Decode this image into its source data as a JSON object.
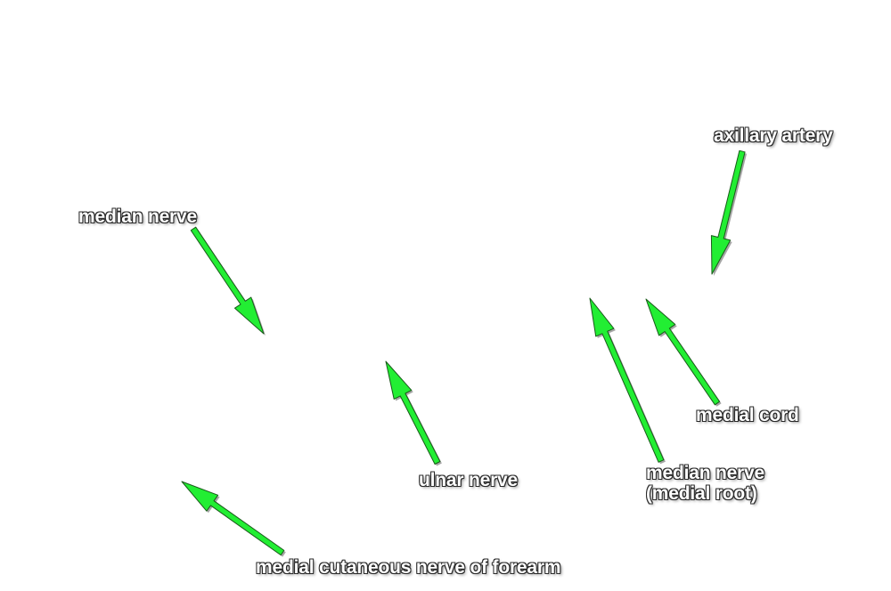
{
  "labels": {
    "axillary_artery": "axillary artery",
    "median_nerve": "median nerve",
    "medial_cord": "medial cord",
    "median_nerve_medial_root": [
      "median nerve",
      "(medial root)"
    ],
    "ulnar_nerve": "ulnar nerve",
    "medial_cutaneous_nerve_of_forearm": "medial cutaneous nerve of forearm"
  },
  "colors": {
    "arrow": "#22ee33",
    "arrow_outline": "#1a5a1a",
    "label_text": "#ffffff",
    "label_outline": "#2a2a2a"
  },
  "icons": {
    "pointer": "arrow-icon"
  }
}
